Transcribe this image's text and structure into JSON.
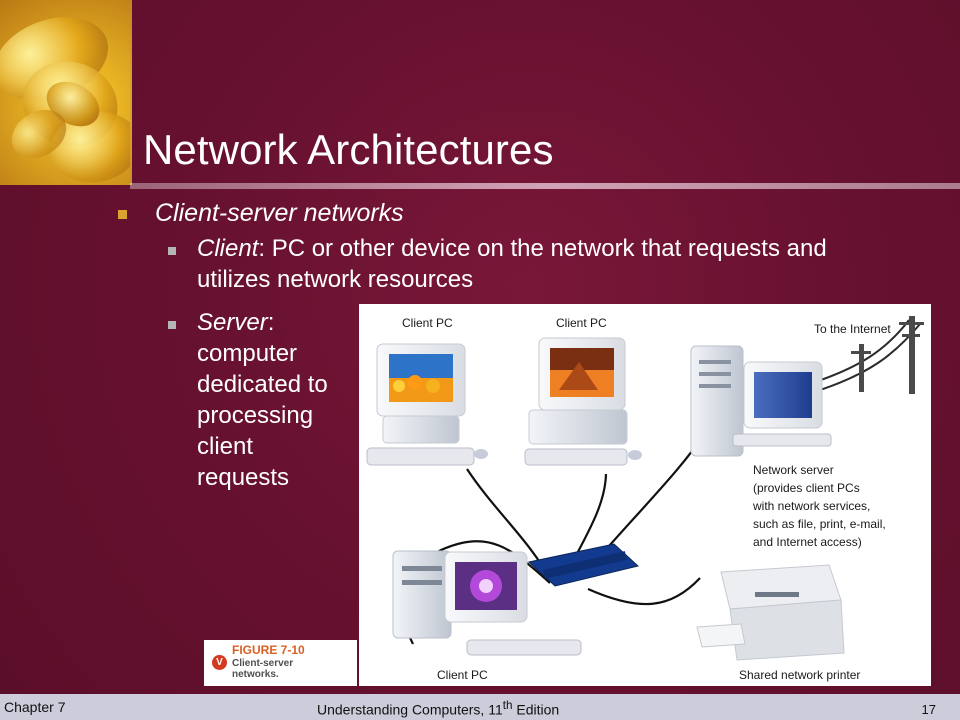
{
  "slide": {
    "title": "Network Architectures",
    "level1": "Client-server networks",
    "client_term": "Client",
    "client_colon": ":",
    "client_desc": " PC or other device on the network that requests and utilizes network resources",
    "server_term": "Server",
    "server_colon": ":",
    "server_desc": "computer dedicated to processing client requests"
  },
  "figure": {
    "label_client_pc_top_left": "Client PC",
    "label_client_pc_top_middle": "Client PC",
    "label_client_pc_bottom": "Client PC",
    "label_to_internet": "To the Internet",
    "network_server_lines": [
      "Network server",
      "(provides client PCs",
      "with network services,",
      "such as file, print, e-mail,",
      "and Internet access)"
    ],
    "label_printer": "Shared network printer"
  },
  "caption": {
    "badge": "V",
    "figure_number": "FIGURE 7-10",
    "line1": "Client-server",
    "line2": "networks."
  },
  "footer": {
    "left": "Chapter 7",
    "center": "Understanding Computers, 11",
    "center_sup": "th",
    "center_tail": " Edition",
    "page": "17"
  }
}
